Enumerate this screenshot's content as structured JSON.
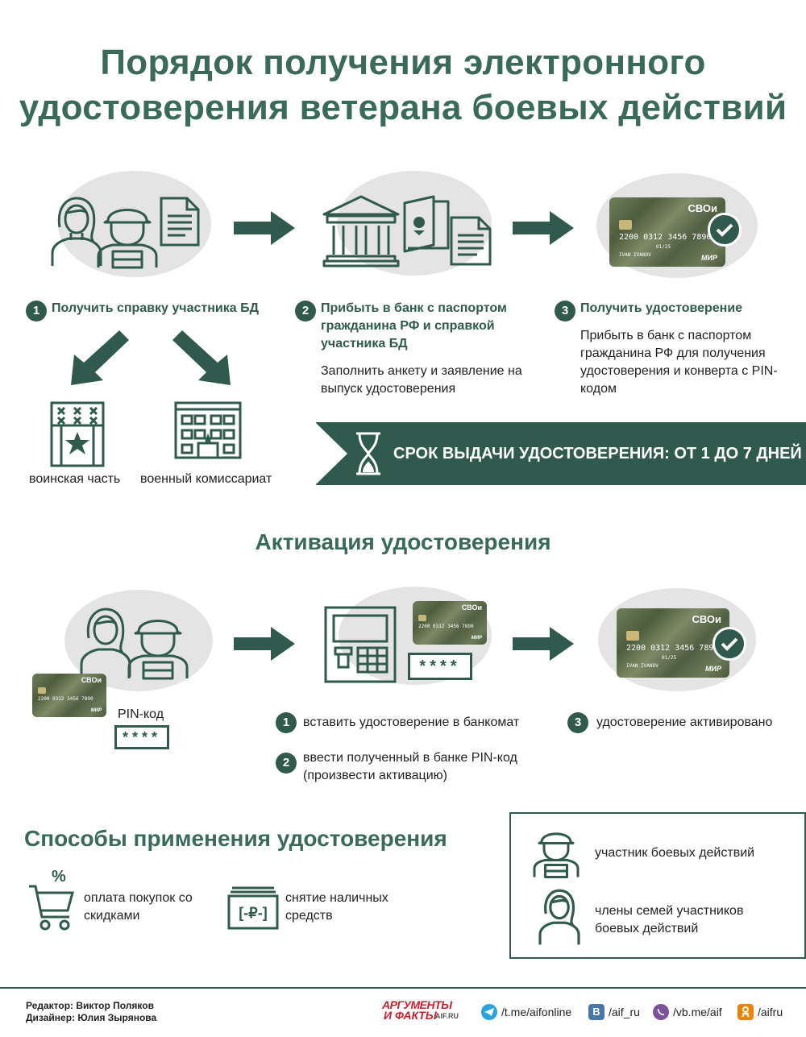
{
  "title": {
    "line1": "Порядок получения электронного",
    "line2": "удостоверения ветерана боевых действий"
  },
  "steps": [
    {
      "num": "1",
      "title": "Получить справку участника БД",
      "text": ""
    },
    {
      "num": "2",
      "title": "Прибыть в банк с паспортом гражданина РФ и справкой участника БД",
      "text": "Заполнить анкету и заявление на выпуск удостоверения"
    },
    {
      "num": "3",
      "title": "Получить удостоверение",
      "text": "Прибыть в банк с паспортом гражданина РФ для получения удостоверения и конверта с PIN-кодом"
    }
  ],
  "places": {
    "unit": "воинская часть",
    "commissariat": "военный комиссариат"
  },
  "banner": "СРОК ВЫДАЧИ УДОСТОВЕРЕНИЯ: ОТ 1 ДО 7 ДНЕЙ",
  "card": {
    "brand": "СВОи",
    "number": "2200 0312 3456 7890",
    "expiry": "01/25",
    "holder": "IVAN IVANOV",
    "network": "МИР"
  },
  "activation": {
    "heading": "Активация удостоверения",
    "pin_label": "PIN-код",
    "pin_mask": "****",
    "steps": [
      {
        "num": "1",
        "text": "вставить удостоверение в банкомат"
      },
      {
        "num": "2",
        "text": "ввести полученный в банке PIN-код (произвести активацию)"
      },
      {
        "num": "3",
        "text": "удостоверение активировано"
      }
    ]
  },
  "usage": {
    "heading": "Способы применения удостоверения",
    "items": [
      {
        "icon": "shopping-cart-percent-icon",
        "text": "оплата покупок со скидками"
      },
      {
        "icon": "cash-ruble-icon",
        "text": "снятие наличных средств"
      }
    ]
  },
  "holders": [
    {
      "icon": "soldier-icon",
      "text": "участник боевых действий"
    },
    {
      "icon": "woman-icon",
      "text": "члены семей участников боевых действий"
    }
  ],
  "footer": {
    "editor": "Редактор: Виктор Поляков",
    "designer": "Дизайнер: Юлия Зырянова",
    "brand_top": "АРГУМЕНТЫ",
    "brand_bottom": "И ФАКТЫ",
    "brand_site": "AIF.RU",
    "social": [
      {
        "icon": "telegram-icon",
        "text": "/t.me/aifonline"
      },
      {
        "icon": "vk-icon",
        "text": "/aif_ru"
      },
      {
        "icon": "viber-icon",
        "text": "/vb.me/aif"
      },
      {
        "icon": "odnoklassniki-icon",
        "text": "/aifru"
      }
    ]
  },
  "colors": {
    "accent": "#2f5a4d",
    "title": "#3a6a5a",
    "blob": "#e4e4e4"
  }
}
